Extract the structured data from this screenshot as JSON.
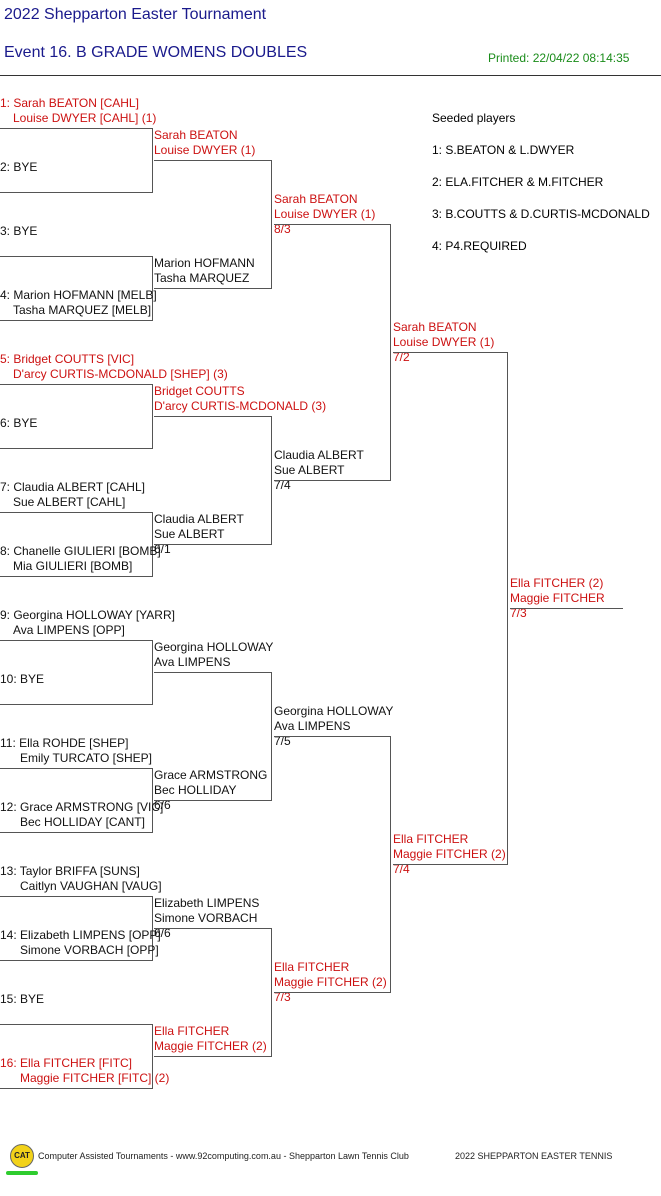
{
  "header": {
    "title": "2022 Shepparton Easter Tournament",
    "event": "Event 16. B GRADE WOMENS DOUBLES",
    "printed": "Printed: 22/04/22 08:14:35"
  },
  "seeds": {
    "heading": "Seeded players",
    "items": [
      "1: S.BEATON & L.DWYER",
      "2: ELA.FITCHER & M.FITCHER",
      "3: B.COUTTS & D.CURTIS-MCDONALD",
      "4: P4.REQUIRED"
    ]
  },
  "round1": [
    {
      "l1": "1: Sarah BEATON [CAHL]",
      "l2": "Louise DWYER [CAHL] (1)",
      "seeded": true
    },
    {
      "l1": "2: BYE",
      "l2": "",
      "seeded": false
    },
    {
      "l1": "3: BYE",
      "l2": "",
      "seeded": false
    },
    {
      "l1": "4: Marion HOFMANN [MELB]",
      "l2": "Tasha MARQUEZ [MELB]",
      "seeded": false
    },
    {
      "l1": "5: Bridget COUTTS [VIC]",
      "l2": "D'arcy CURTIS-MCDONALD [SHEP] (3)",
      "seeded": true
    },
    {
      "l1": "6: BYE",
      "l2": "",
      "seeded": false
    },
    {
      "l1": "7: Claudia ALBERT [CAHL]",
      "l2": "Sue ALBERT [CAHL]",
      "seeded": false
    },
    {
      "l1": "8: Chanelle GIULIERI [BOMB]",
      "l2": "Mia GIULIERI [BOMB]",
      "seeded": false
    },
    {
      "l1": "9: Georgina HOLLOWAY [YARR]",
      "l2": "Ava LIMPENS [OPP]",
      "seeded": false
    },
    {
      "l1": "10: BYE",
      "l2": "",
      "seeded": false
    },
    {
      "l1": "11: Ella ROHDE [SHEP]",
      "l2": "Emily TURCATO [SHEP]",
      "seeded": false
    },
    {
      "l1": "12: Grace ARMSTRONG [VIC]",
      "l2": "Bec HOLLIDAY [CANT]",
      "seeded": false
    },
    {
      "l1": "13: Taylor BRIFFA [SUNS]",
      "l2": "Caitlyn VAUGHAN [VAUG]",
      "seeded": false
    },
    {
      "l1": "14: Elizabeth LIMPENS [OPP]",
      "l2": "Simone VORBACH [OPP]",
      "seeded": false
    },
    {
      "l1": "15: BYE",
      "l2": "",
      "seeded": false
    },
    {
      "l1": "16: Ella FITCHER [FITC]",
      "l2": "Maggie FITCHER [FITC] (2)",
      "seeded": true
    }
  ],
  "round2": [
    {
      "l1": "Sarah BEATON",
      "l2": "Louise DWYER (1)",
      "score": "",
      "seeded": true
    },
    {
      "l1": "Marion HOFMANN",
      "l2": "Tasha MARQUEZ",
      "score": "",
      "seeded": false
    },
    {
      "l1": "Bridget COUTTS",
      "l2": "D'arcy CURTIS-MCDONALD (3)",
      "score": "",
      "seeded": true
    },
    {
      "l1": "Claudia ALBERT",
      "l2": "Sue ALBERT",
      "score": "6/1",
      "seeded": false
    },
    {
      "l1": "Georgina HOLLOWAY",
      "l2": "Ava LIMPENS",
      "score": "",
      "seeded": false
    },
    {
      "l1": "Grace ARMSTRONG",
      "l2": "Bec HOLLIDAY",
      "score": "6/6",
      "seeded": false
    },
    {
      "l1": "Elizabeth LIMPENS",
      "l2": "Simone VORBACH",
      "score": "6/6",
      "seeded": false
    },
    {
      "l1": "Ella FITCHER",
      "l2": "Maggie FITCHER (2)",
      "score": "",
      "seeded": true
    }
  ],
  "round3": [
    {
      "l1": "Sarah BEATON",
      "l2": "Louise DWYER (1)",
      "score": "8/3",
      "seeded": true
    },
    {
      "l1": "Claudia ALBERT",
      "l2": "Sue ALBERT",
      "score": "7/4",
      "seeded": false
    },
    {
      "l1": "Georgina HOLLOWAY",
      "l2": "Ava LIMPENS",
      "score": "7/5",
      "seeded": false
    },
    {
      "l1": "Ella FITCHER",
      "l2": "Maggie FITCHER (2)",
      "score": "7/3",
      "seeded": true
    }
  ],
  "round4": [
    {
      "l1": "Sarah BEATON",
      "l2": "Louise DWYER (1)",
      "score": "7/2",
      "seeded": true
    },
    {
      "l1": "Ella FITCHER",
      "l2": "Maggie FITCHER (2)",
      "score": "7/4",
      "seeded": true
    }
  ],
  "final": {
    "l1": "Ella FITCHER (2)",
    "l2": "Maggie FITCHER",
    "score": "7/3",
    "seeded": true
  },
  "footer": {
    "logo_text": "CAT",
    "credit": "Computer Assisted Tournaments - www.92computing.com.au -  Shepparton Lawn Tennis Club",
    "right": "2022 SHEPPARTON EASTER TENNIS"
  }
}
